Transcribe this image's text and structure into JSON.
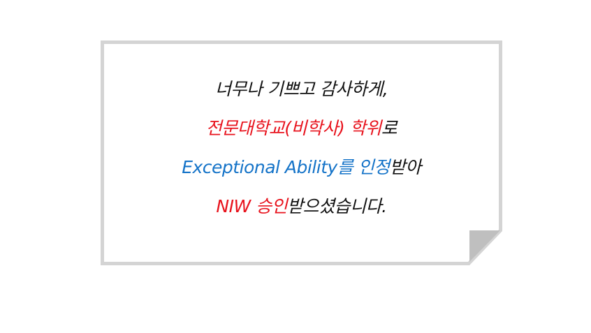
{
  "colors": {
    "black": "#111111",
    "red": "#e8121c",
    "blue": "#1473c8",
    "border": "#d4d4d4",
    "fold": "#bfbfbf"
  },
  "lines": [
    {
      "segments": [
        {
          "text": "너무나 기쁘고 감사하게,",
          "color": "black"
        }
      ]
    },
    {
      "segments": [
        {
          "text": "전문대학교(비학사) 학위",
          "color": "red"
        },
        {
          "text": "로",
          "color": "black"
        }
      ]
    },
    {
      "segments": [
        {
          "text": "Exceptional Ability를 인정",
          "color": "blue"
        },
        {
          "text": "받아",
          "color": "black"
        }
      ]
    },
    {
      "segments": [
        {
          "text": "NIW 승인",
          "color": "red"
        },
        {
          "text": "받으셨습니다.",
          "color": "black"
        }
      ]
    }
  ]
}
